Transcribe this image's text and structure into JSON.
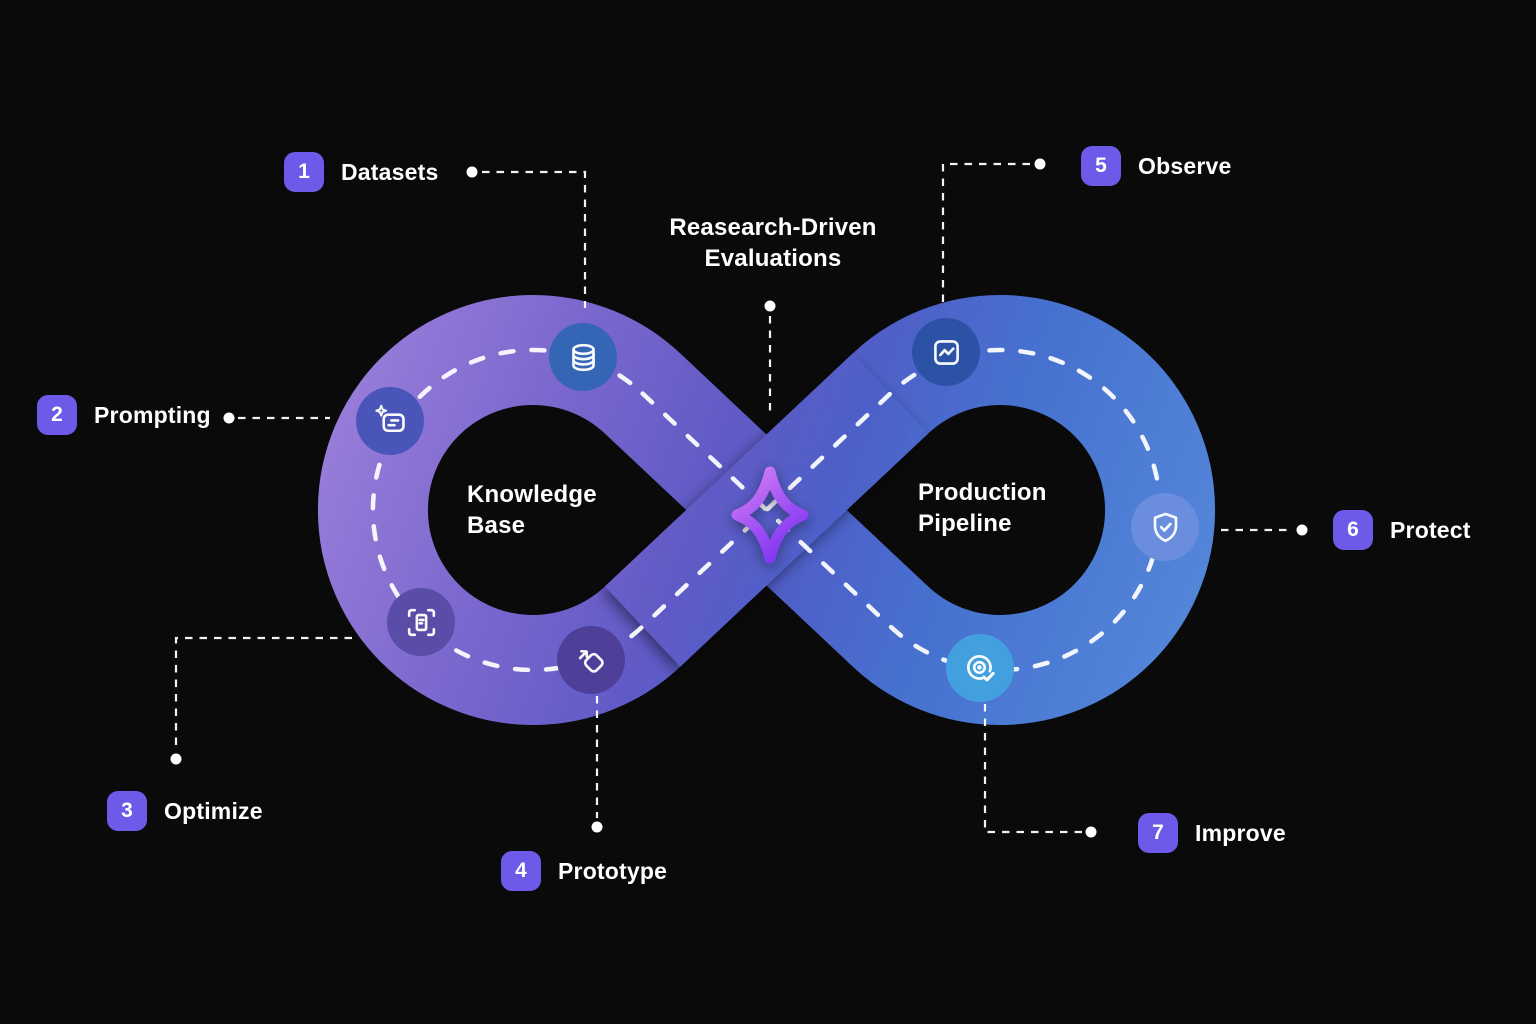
{
  "title": "Reasearch-Driven\nEvaluations",
  "loops": {
    "left_label": "Knowledge\nBase",
    "right_label": "Production\nPipeline"
  },
  "steps": [
    {
      "num": "1",
      "label": "Datasets"
    },
    {
      "num": "2",
      "label": "Prompting"
    },
    {
      "num": "3",
      "label": "Optimize"
    },
    {
      "num": "4",
      "label": "Prototype"
    },
    {
      "num": "5",
      "label": "Observe"
    },
    {
      "num": "6",
      "label": "Protect"
    },
    {
      "num": "7",
      "label": "Improve"
    }
  ],
  "icons": [
    {
      "name": "database-icon",
      "for": "Datasets"
    },
    {
      "name": "prompt-sparkle-icon",
      "for": "Prompting"
    },
    {
      "name": "optimize-document-icon",
      "for": "Optimize"
    },
    {
      "name": "prototype-rotate-icon",
      "for": "Prototype"
    },
    {
      "name": "observe-chart-icon",
      "for": "Observe"
    },
    {
      "name": "protect-shield-icon",
      "for": "Protect"
    },
    {
      "name": "improve-target-icon",
      "for": "Improve"
    }
  ],
  "colors": {
    "accent": "#6e5ae8",
    "background": "#0a0a0b",
    "band_purple_light": "#9d80db",
    "band_purple_dark": "#605ac6",
    "band_blue": "#4671cf",
    "band_blue_light": "#5487da",
    "star_light": "#cf7cf5",
    "star_dark": "#7a2ff0",
    "node_datasets": "#3566b6",
    "node_prompting": "#4a55ba",
    "node_optimize": "#5a4da7",
    "node_prototype": "#4e3f99",
    "node_observe": "#2b52a4",
    "node_protect": "#6a8edd",
    "node_improve": "#42a0de"
  }
}
